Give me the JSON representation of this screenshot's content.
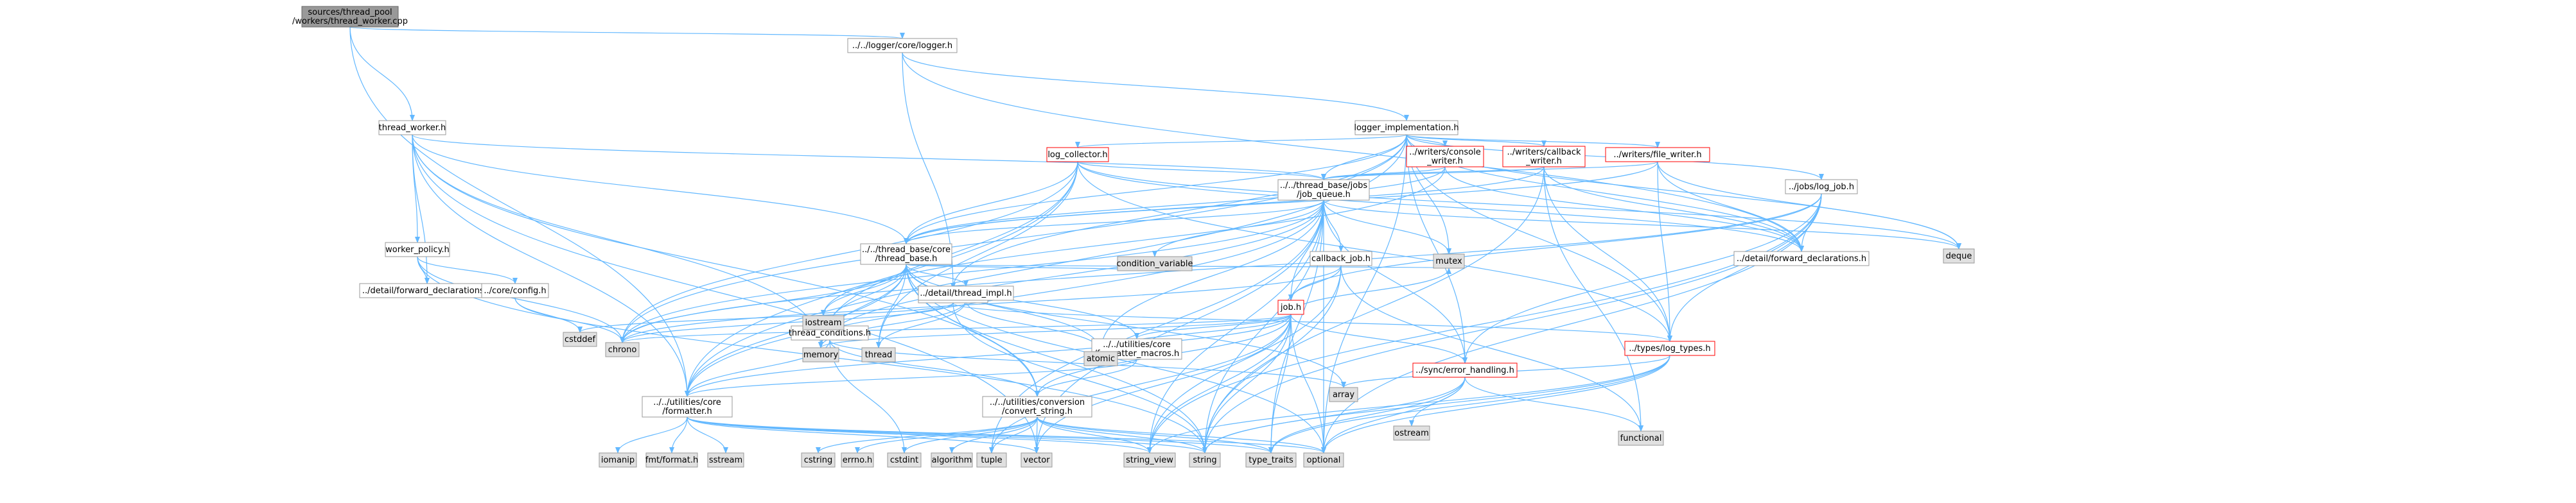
{
  "colors": {
    "root_fill": "#999999",
    "root_stroke": "#666666",
    "internal_fill": "#ffffff",
    "internal_stroke": "#999999",
    "highlight_stroke": "#ff0000",
    "external_fill": "#e0e0e0",
    "external_stroke": "#999999",
    "edge": "#63b8ff"
  },
  "nodes": [
    {
      "id": "root",
      "lines": [
        "sources/thread_pool",
        "/workers/thread_worker.cpp"
      ],
      "kind": "root"
    },
    {
      "id": "logger_h",
      "lines": [
        "../../logger/core/logger.h"
      ],
      "kind": "internal"
    },
    {
      "id": "thread_worker_h",
      "lines": [
        "thread_worker.h"
      ],
      "kind": "internal"
    },
    {
      "id": "logger_impl",
      "lines": [
        "logger_implementation.h"
      ],
      "kind": "internal"
    },
    {
      "id": "log_collector",
      "lines": [
        "log_collector.h"
      ],
      "kind": "highlight"
    },
    {
      "id": "console_writer",
      "lines": [
        "../writers/console",
        "_writer.h"
      ],
      "kind": "highlight"
    },
    {
      "id": "callback_writer",
      "lines": [
        "../writers/callback",
        "_writer.h"
      ],
      "kind": "highlight"
    },
    {
      "id": "file_writer",
      "lines": [
        "../writers/file_writer.h"
      ],
      "kind": "highlight"
    },
    {
      "id": "job_queue",
      "lines": [
        "../../thread_base/jobs",
        "/job_queue.h"
      ],
      "kind": "internal"
    },
    {
      "id": "log_job",
      "lines": [
        "../jobs/log_job.h"
      ],
      "kind": "internal"
    },
    {
      "id": "thread_base",
      "lines": [
        "../../thread_base/core",
        "/thread_base.h"
      ],
      "kind": "internal"
    },
    {
      "id": "worker_policy",
      "lines": [
        "worker_policy.h"
      ],
      "kind": "internal"
    },
    {
      "id": "fwd_decl_left",
      "lines": [
        "../detail/forward_declarations.h"
      ],
      "kind": "internal"
    },
    {
      "id": "fwd_decl_right",
      "lines": [
        "../detail/forward_declarations.h"
      ],
      "kind": "internal"
    },
    {
      "id": "core_config_a",
      "lines": [
        "../core/config.h"
      ],
      "kind": "internal"
    },
    {
      "id": "core_config_b",
      "lines": [
        "../core/config.h"
      ],
      "kind": "internal"
    },
    {
      "id": "callback_job",
      "lines": [
        "callback_job.h"
      ],
      "kind": "internal"
    },
    {
      "id": "thread_impl",
      "lines": [
        "../detail/thread_impl.h"
      ],
      "kind": "internal"
    },
    {
      "id": "job_h",
      "lines": [
        "job.h"
      ],
      "kind": "highlight"
    },
    {
      "id": "thread_conditions",
      "lines": [
        "thread_conditions.h"
      ],
      "kind": "internal"
    },
    {
      "id": "formatter_macros",
      "lines": [
        "../../utilities/core",
        "/formatter_macros.h"
      ],
      "kind": "internal"
    },
    {
      "id": "error_handling",
      "lines": [
        "../sync/error_handling.h"
      ],
      "kind": "highlight"
    },
    {
      "id": "log_types",
      "lines": [
        "../types/log_types.h"
      ],
      "kind": "highlight"
    },
    {
      "id": "formatter_h",
      "lines": [
        "../../utilities/core",
        "/formatter.h"
      ],
      "kind": "internal"
    },
    {
      "id": "convert_string",
      "lines": [
        "../../utilities/conversion",
        "/convert_string.h"
      ],
      "kind": "internal"
    },
    {
      "id": "iostream",
      "lines": [
        "iostream"
      ],
      "kind": "external"
    },
    {
      "id": "condition_variable",
      "lines": [
        "condition_variable"
      ],
      "kind": "external"
    },
    {
      "id": "mutex",
      "lines": [
        "mutex"
      ],
      "kind": "external"
    },
    {
      "id": "deque",
      "lines": [
        "deque"
      ],
      "kind": "external"
    },
    {
      "id": "cstddef",
      "lines": [
        "cstddef"
      ],
      "kind": "external"
    },
    {
      "id": "chrono",
      "lines": [
        "chrono"
      ],
      "kind": "external"
    },
    {
      "id": "memory",
      "lines": [
        "memory"
      ],
      "kind": "external"
    },
    {
      "id": "thread",
      "lines": [
        "thread"
      ],
      "kind": "external"
    },
    {
      "id": "atomic",
      "lines": [
        "atomic"
      ],
      "kind": "external"
    },
    {
      "id": "array",
      "lines": [
        "array"
      ],
      "kind": "external"
    },
    {
      "id": "ostream",
      "lines": [
        "ostream"
      ],
      "kind": "external"
    },
    {
      "id": "functional",
      "lines": [
        "functional"
      ],
      "kind": "external"
    },
    {
      "id": "iomanip",
      "lines": [
        "iomanip"
      ],
      "kind": "external"
    },
    {
      "id": "fmt_format",
      "lines": [
        "fmt/format.h"
      ],
      "kind": "external"
    },
    {
      "id": "sstream",
      "lines": [
        "sstream"
      ],
      "kind": "external"
    },
    {
      "id": "cstring",
      "lines": [
        "cstring"
      ],
      "kind": "external"
    },
    {
      "id": "errno",
      "lines": [
        "errno.h"
      ],
      "kind": "external"
    },
    {
      "id": "cstdint",
      "lines": [
        "cstdint"
      ],
      "kind": "external"
    },
    {
      "id": "algorithm",
      "lines": [
        "algorithm"
      ],
      "kind": "external"
    },
    {
      "id": "tuple",
      "lines": [
        "tuple"
      ],
      "kind": "external"
    },
    {
      "id": "vector",
      "lines": [
        "vector"
      ],
      "kind": "external"
    },
    {
      "id": "string_view",
      "lines": [
        "string_view"
      ],
      "kind": "external"
    },
    {
      "id": "string",
      "lines": [
        "string"
      ],
      "kind": "external"
    },
    {
      "id": "type_traits",
      "lines": [
        "type_traits"
      ],
      "kind": "external"
    },
    {
      "id": "optional",
      "lines": [
        "optional"
      ],
      "kind": "external"
    }
  ],
  "edges": [
    [
      "root",
      "logger_h"
    ],
    [
      "root",
      "thread_worker_h"
    ],
    [
      "root",
      "formatter_h"
    ],
    [
      "logger_h",
      "logger_impl"
    ],
    [
      "logger_h",
      "core_config_b"
    ],
    [
      "logger_h",
      "fwd_decl_right"
    ],
    [
      "thread_worker_h",
      "thread_base"
    ],
    [
      "thread_worker_h",
      "job_queue"
    ],
    [
      "thread_worker_h",
      "worker_policy"
    ],
    [
      "thread_worker_h",
      "fwd_decl_left"
    ],
    [
      "thread_worker_h",
      "formatter_h"
    ],
    [
      "thread_worker_h",
      "convert_string"
    ],
    [
      "thread_worker_h",
      "memory"
    ],
    [
      "thread_worker_h",
      "vector"
    ],
    [
      "worker_policy",
      "core_config_a"
    ],
    [
      "worker_policy",
      "fwd_decl_left"
    ],
    [
      "worker_policy",
      "chrono"
    ],
    [
      "worker_policy",
      "string"
    ],
    [
      "core_config_a",
      "cstddef"
    ],
    [
      "core_config_a",
      "chrono"
    ],
    [
      "logger_impl",
      "log_collector"
    ],
    [
      "logger_impl",
      "console_writer"
    ],
    [
      "logger_impl",
      "callback_writer"
    ],
    [
      "logger_impl",
      "file_writer"
    ],
    [
      "logger_impl",
      "log_job"
    ],
    [
      "logger_impl",
      "job_queue"
    ],
    [
      "logger_impl",
      "thread_base"
    ],
    [
      "logger_impl",
      "core_config_b"
    ],
    [
      "logger_impl",
      "fwd_decl_right"
    ],
    [
      "logger_impl",
      "error_handling"
    ],
    [
      "logger_impl",
      "log_types"
    ],
    [
      "logger_impl",
      "formatter_h"
    ],
    [
      "logger_impl",
      "deque"
    ],
    [
      "logger_impl",
      "mutex"
    ],
    [
      "logger_impl",
      "optional"
    ],
    [
      "logger_impl",
      "chrono"
    ],
    [
      "log_collector",
      "thread_base"
    ],
    [
      "log_collector",
      "job_queue"
    ],
    [
      "log_collector",
      "log_types"
    ],
    [
      "log_collector",
      "fwd_decl_right"
    ],
    [
      "log_collector",
      "chrono"
    ],
    [
      "log_collector",
      "memory"
    ],
    [
      "log_collector",
      "thread"
    ],
    [
      "log_collector",
      "formatter_h"
    ],
    [
      "log_collector",
      "deque"
    ],
    [
      "console_writer",
      "thread_base"
    ],
    [
      "console_writer",
      "job_queue"
    ],
    [
      "console_writer",
      "fwd_decl_right"
    ],
    [
      "console_writer",
      "iostream"
    ],
    [
      "callback_writer",
      "job_queue"
    ],
    [
      "callback_writer",
      "thread_base"
    ],
    [
      "callback_writer",
      "fwd_decl_right"
    ],
    [
      "callback_writer",
      "functional"
    ],
    [
      "callback_writer",
      "log_types"
    ],
    [
      "callback_writer",
      "string"
    ],
    [
      "file_writer",
      "job_queue"
    ],
    [
      "file_writer",
      "thread_base"
    ],
    [
      "file_writer",
      "fwd_decl_right"
    ],
    [
      "file_writer",
      "deque"
    ],
    [
      "file_writer",
      "log_types"
    ],
    [
      "job_queue",
      "thread_base"
    ],
    [
      "job_queue",
      "callback_job"
    ],
    [
      "job_queue",
      "job_h"
    ],
    [
      "job_queue",
      "error_handling"
    ],
    [
      "job_queue",
      "atomic"
    ],
    [
      "job_queue",
      "condition_variable"
    ],
    [
      "job_queue",
      "deque"
    ],
    [
      "job_queue",
      "mutex"
    ],
    [
      "job_queue",
      "optional"
    ],
    [
      "job_queue",
      "tuple"
    ],
    [
      "job_queue",
      "memory"
    ],
    [
      "job_queue",
      "chrono"
    ],
    [
      "job_queue",
      "string"
    ],
    [
      "job_queue",
      "string_view"
    ],
    [
      "job_queue",
      "vector"
    ],
    [
      "job_queue",
      "type_traits"
    ],
    [
      "job_queue",
      "formatter_h"
    ],
    [
      "log_job",
      "job_h"
    ],
    [
      "log_job",
      "log_types"
    ],
    [
      "log_job",
      "fwd_decl_right"
    ],
    [
      "log_job",
      "error_handling"
    ],
    [
      "log_job",
      "chrono"
    ],
    [
      "log_job",
      "string"
    ],
    [
      "log_job",
      "optional"
    ],
    [
      "log_job",
      "string_view"
    ],
    [
      "thread_base",
      "thread_impl"
    ],
    [
      "thread_base",
      "thread_conditions"
    ],
    [
      "thread_base",
      "formatter_macros"
    ],
    [
      "thread_base",
      "formatter_h"
    ],
    [
      "thread_base",
      "convert_string"
    ],
    [
      "thread_base",
      "atomic"
    ],
    [
      "thread_base",
      "condition_variable"
    ],
    [
      "thread_base",
      "memory"
    ],
    [
      "thread_base",
      "mutex"
    ],
    [
      "thread_base",
      "thread"
    ],
    [
      "thread_base",
      "chrono"
    ],
    [
      "thread_base",
      "string"
    ],
    [
      "thread_base",
      "iostream"
    ],
    [
      "thread_base",
      "optional"
    ],
    [
      "thread_base",
      "array"
    ],
    [
      "thread_impl",
      "memory"
    ],
    [
      "thread_impl",
      "thread"
    ],
    [
      "thread_impl",
      "atomic"
    ],
    [
      "thread_conditions",
      "formatter_h"
    ],
    [
      "thread_conditions",
      "convert_string"
    ],
    [
      "thread_conditions",
      "array"
    ],
    [
      "thread_conditions",
      "cstdint"
    ],
    [
      "callback_job",
      "job_h"
    ],
    [
      "callback_job",
      "functional"
    ],
    [
      "callback_job",
      "string"
    ],
    [
      "callback_job",
      "string_view"
    ],
    [
      "callback_job",
      "chrono"
    ],
    [
      "job_h",
      "error_handling"
    ],
    [
      "job_h",
      "formatter_macros"
    ],
    [
      "job_h",
      "formatter_h"
    ],
    [
      "job_h",
      "convert_string"
    ],
    [
      "job_h",
      "chrono"
    ],
    [
      "job_h",
      "memory"
    ],
    [
      "job_h",
      "atomic"
    ],
    [
      "job_h",
      "string"
    ],
    [
      "job_h",
      "string_view"
    ],
    [
      "job_h",
      "optional"
    ],
    [
      "job_h",
      "tuple"
    ],
    [
      "job_h",
      "vector"
    ],
    [
      "job_h",
      "mutex"
    ],
    [
      "job_h",
      "type_traits"
    ],
    [
      "formatter_macros",
      "formatter_h"
    ],
    [
      "formatter_macros",
      "convert_string"
    ],
    [
      "error_handling",
      "ostream"
    ],
    [
      "error_handling",
      "functional"
    ],
    [
      "error_handling",
      "optional"
    ],
    [
      "error_handling",
      "string"
    ],
    [
      "error_handling",
      "type_traits"
    ],
    [
      "log_types",
      "array"
    ],
    [
      "log_types",
      "string"
    ],
    [
      "log_types",
      "string_view"
    ],
    [
      "log_types",
      "optional"
    ],
    [
      "log_types",
      "type_traits"
    ],
    [
      "formatter_h",
      "iomanip"
    ],
    [
      "formatter_h",
      "fmt_format"
    ],
    [
      "formatter_h",
      "sstream"
    ],
    [
      "formatter_h",
      "string"
    ],
    [
      "formatter_h",
      "string_view"
    ],
    [
      "formatter_h",
      "vector"
    ],
    [
      "formatter_h",
      "type_traits"
    ],
    [
      "formatter_h",
      "optional"
    ],
    [
      "convert_string",
      "cstring"
    ],
    [
      "convert_string",
      "errno"
    ],
    [
      "convert_string",
      "cstdint"
    ],
    [
      "convert_string",
      "algorithm"
    ],
    [
      "convert_string",
      "tuple"
    ],
    [
      "convert_string",
      "vector"
    ],
    [
      "convert_string",
      "string"
    ],
    [
      "convert_string",
      "string_view"
    ],
    [
      "convert_string",
      "type_traits"
    ],
    [
      "convert_string",
      "optional"
    ],
    [
      "core_config_b",
      "chrono"
    ],
    [
      "core_config_b",
      "cstddef"
    ],
    [
      "core_config_b",
      "string"
    ],
    [
      "core_config_b",
      "log_types"
    ]
  ]
}
